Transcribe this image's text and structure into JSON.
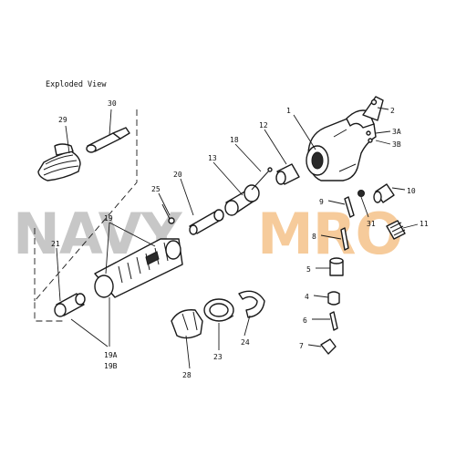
{
  "title": "Exploded View",
  "watermark": {
    "left": "NAVY",
    "right": "MRO"
  },
  "callouts": {
    "c1": "1",
    "c2": "2",
    "c3a": "3A",
    "c3b": "3B",
    "c4": "4",
    "c5": "5",
    "c6": "6",
    "c7": "7",
    "c8": "8",
    "c9": "9",
    "c10": "10",
    "c11": "11",
    "c12": "12",
    "c13": "13",
    "c18": "18",
    "c19": "19",
    "c19a": "19A",
    "c19b": "19B",
    "c20": "20",
    "c21": "21",
    "c23": "23",
    "c24": "24",
    "c25": "25",
    "c28": "28",
    "c29": "29",
    "c30": "30",
    "c31": "31"
  }
}
